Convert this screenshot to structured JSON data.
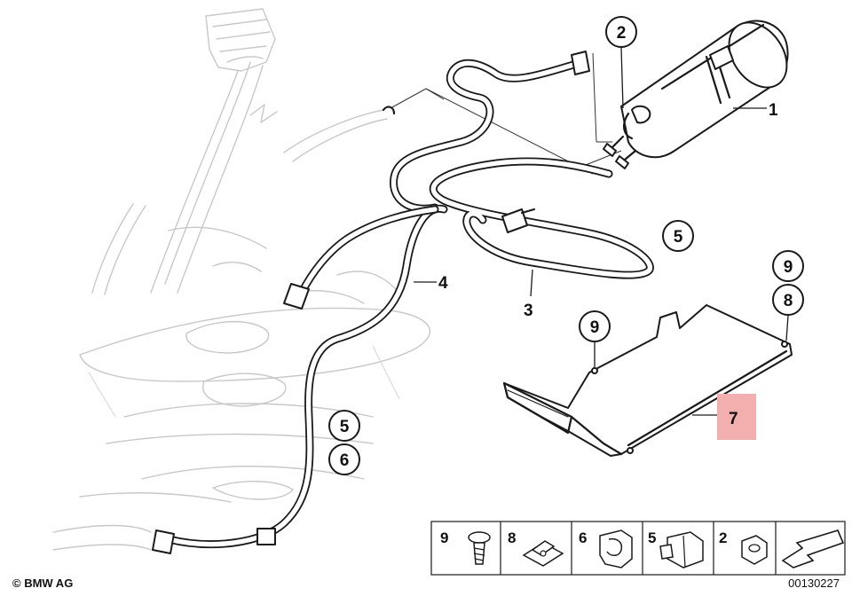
{
  "copyright": "© BMW AG",
  "diagram_number": "00130227",
  "callouts": [
    {
      "id": "2",
      "label": "2"
    },
    {
      "id": "1",
      "label": "1"
    },
    {
      "id": "4",
      "label": "4"
    },
    {
      "id": "3",
      "label": "3"
    },
    {
      "id": "5a",
      "label": "5"
    },
    {
      "id": "9a",
      "label": "9"
    },
    {
      "id": "8a",
      "label": "8"
    },
    {
      "id": "9b",
      "label": "9"
    },
    {
      "id": "7",
      "label": "7"
    },
    {
      "id": "5b",
      "label": "5"
    },
    {
      "id": "6",
      "label": "6"
    }
  ],
  "highlighted_part": "7",
  "highlight_color": "#f3aeae",
  "legend": [
    {
      "number": "9",
      "icon": "screw-icon"
    },
    {
      "number": "8",
      "icon": "clip-nut-icon"
    },
    {
      "number": "6",
      "icon": "hose-clip-icon"
    },
    {
      "number": "5",
      "icon": "hose-bracket-icon"
    },
    {
      "number": "2",
      "icon": "hex-nut-icon"
    },
    {
      "number": "",
      "icon": "direction-arrow-icon"
    }
  ]
}
